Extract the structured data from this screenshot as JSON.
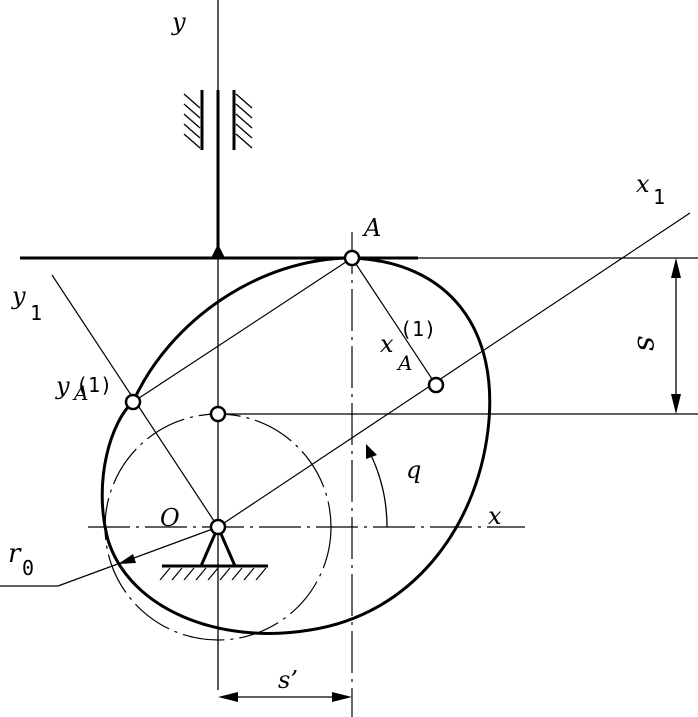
{
  "labels": {
    "y": "y",
    "x": "x",
    "x1": "x",
    "x1_sub": "1",
    "y1": "y",
    "y1_sub": "1",
    "A": "A",
    "O": "O",
    "xA": "x",
    "xA_sub": "A",
    "xA_sup": "(1)",
    "yA": "y",
    "yA_sub": "A",
    "yA_sup": "(1)",
    "s": "s",
    "q": "q",
    "r0": "r",
    "r0_sub": "0",
    "s_prime": "s’"
  },
  "colors": {
    "line": "#000000",
    "background": "#ffffff"
  }
}
